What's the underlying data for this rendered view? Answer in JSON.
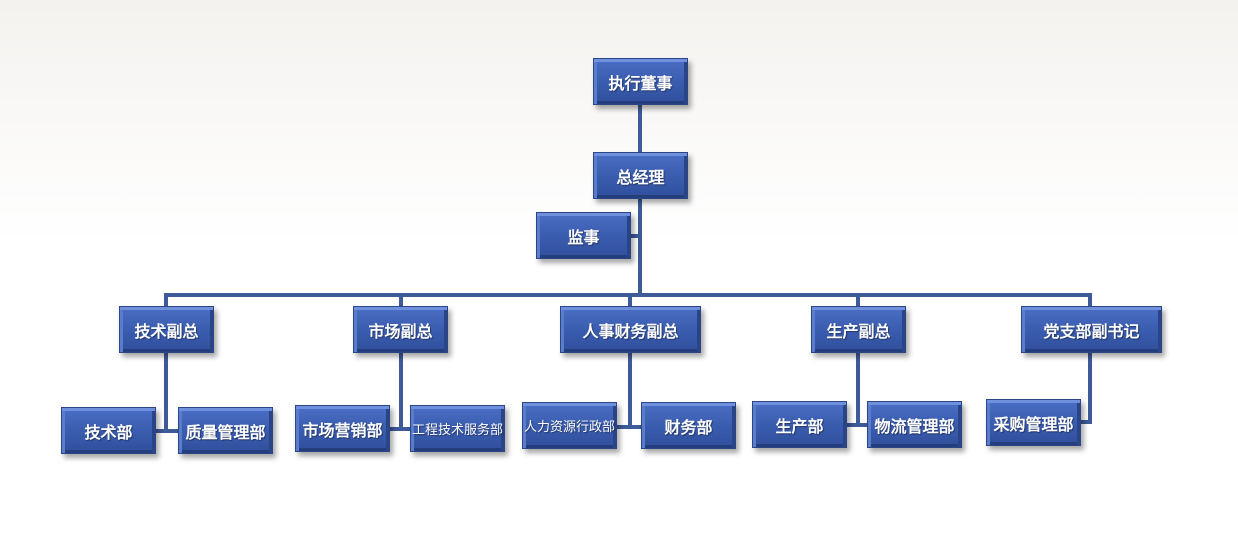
{
  "top": {
    "director": "执行董事",
    "gm": "总经理",
    "supervisor": "监事"
  },
  "vps": [
    "技术副总",
    "市场副总",
    "人事财务副总",
    "生产副总",
    "党支部副书记"
  ],
  "depts": {
    "tech": [
      "技术部",
      "质量管理部"
    ],
    "market": [
      "市场营销部",
      "工程技术服务部"
    ],
    "hr_fin": [
      "人力资源行政部",
      "财务部"
    ],
    "production": [
      "生产部",
      "物流管理部"
    ],
    "party": [
      "采购管理部"
    ]
  }
}
